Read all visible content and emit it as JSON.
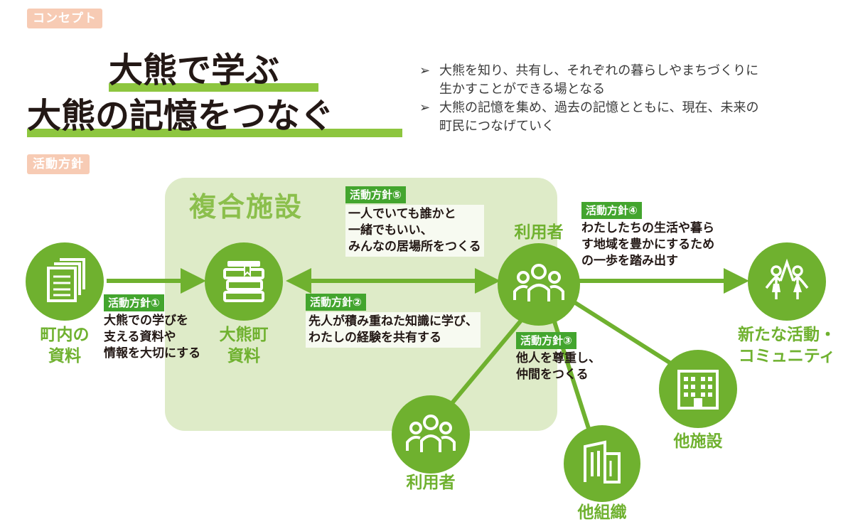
{
  "concept_tag": "コンセプト",
  "title": {
    "line1": "大熊で学ぶ",
    "line2": "大熊の記憶をつなぐ"
  },
  "bullets": [
    {
      "mark": "➢",
      "line1": "大熊を知り、共有し、それぞれの暮らしやまちづくりに",
      "line2": "生かすことができる場となる"
    },
    {
      "mark": "➢",
      "line1": "大熊の記憶を集め、過去の記憶とともに、現在、未来の",
      "line2": "町民につなげていく"
    }
  ],
  "policy_tag": "活動方針",
  "facility_title": "複合施設",
  "nodes": {
    "town_docs": {
      "line1": "町内の",
      "line2": "資料",
      "icon": "documents-icon"
    },
    "okuma_docs": {
      "line1": "大熊町",
      "line2": "資料",
      "icon": "books-icon"
    },
    "users_main": {
      "label": "利用者",
      "icon": "people-icon"
    },
    "users_sub": {
      "label": "利用者",
      "icon": "people-icon"
    },
    "other_org": {
      "label": "他組織",
      "icon": "building-icon"
    },
    "other_facility": {
      "label": "他施設",
      "icon": "office-building-icon"
    },
    "community": {
      "line1": "新たな活動・",
      "line2": "コミュニティ",
      "icon": "raised-hands-people-icon"
    }
  },
  "policies": [
    {
      "badge": "活動方針①",
      "lines": [
        "大熊での学びを",
        "支える資料や",
        "情報を大切にする"
      ]
    },
    {
      "badge": "活動方針②",
      "lines": [
        "先人が積み重ねた知識に学び、",
        "わたしの経験を共有する"
      ]
    },
    {
      "badge": "活動方針③",
      "lines": [
        "他人を尊重し、",
        "仲間をつくる"
      ]
    },
    {
      "badge": "活動方針④",
      "lines": [
        "わたしたちの生活や暮ら",
        "す地域を豊かにするため",
        "の一歩を踏み出す"
      ]
    },
    {
      "badge": "活動方針⑤",
      "lines": [
        "一人でいても誰かと",
        "一緒でもいい、",
        "みんなの居場所をつくる"
      ]
    }
  ],
  "colors": {
    "green": "#6fb12f",
    "dark_green_badge": "#43a52e",
    "light_green_bg": "#deebc8",
    "highlight": "#8dc63f",
    "tag_peach": "#f7cbb4"
  }
}
